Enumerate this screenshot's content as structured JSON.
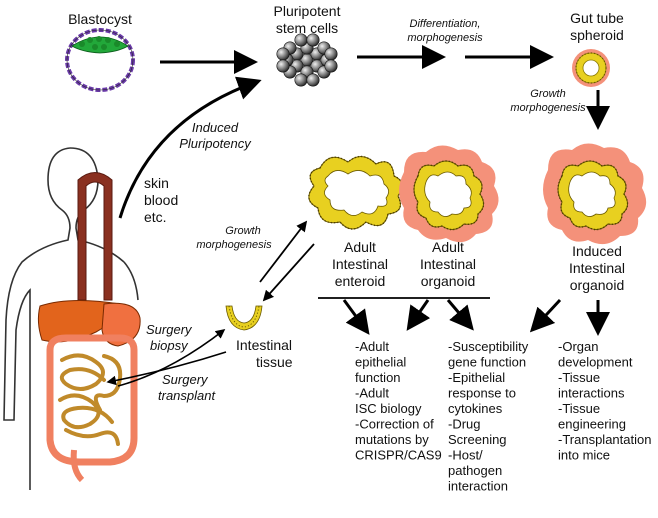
{
  "labels": {
    "blastocyst": "Blastocyst",
    "pluripotent": [
      "Pluripotent",
      "stem cells"
    ],
    "differentiation": [
      "Differentiation,",
      "morphogenesis"
    ],
    "gut_tube": [
      "Gut tube",
      "spheroid"
    ],
    "growth_morph_right": [
      "Growth",
      "morphogenesis"
    ],
    "induced_pluripotency": [
      "Induced",
      "Pluripotency"
    ],
    "skin_blood": [
      "skin",
      "blood",
      "etc."
    ],
    "growth_morph_left": [
      "Growth",
      "morphogenesis"
    ],
    "adult_enteroid": [
      "Adult",
      "Intestinal",
      "enteroid"
    ],
    "adult_organoid": [
      "Adult",
      "Intestinal",
      "organoid"
    ],
    "induced_organoid": [
      "Induced",
      "Intestinal",
      "organoid"
    ],
    "intestinal_tissue": [
      "Intestinal",
      "tissue"
    ],
    "surgery_biopsy": [
      "Surgery",
      "biopsy"
    ],
    "surgery_transplant": [
      "Surgery",
      "transplant"
    ]
  },
  "lists": {
    "adult": [
      "-Adult",
      "epithelial",
      "function",
      "-Adult",
      "ISC biology",
      "-Correction of",
      "mutations by",
      "CRISPR/CAS9"
    ],
    "susceptibility": [
      "-Susceptibility",
      "gene function",
      "-Epithelial",
      "response to",
      "cytokines",
      "-Drug",
      "Screening",
      "-Host/",
      "pathogen",
      "interaction"
    ],
    "organ": [
      "-Organ",
      "development",
      "-Tissue",
      "interactions",
      "-Tissue",
      "engineering",
      "-Transplantation",
      "into mice"
    ]
  },
  "colors": {
    "organoid_bg": "#f4917a",
    "epithelium": "#e8d020",
    "liver": "#e2641c",
    "stomach": "#f07040",
    "intestine": "#c08a2a",
    "colon": "#f08060",
    "esophagus": "#8a3020",
    "icm": "#22a83a",
    "trophectoderm": "#6a3aa8",
    "stem_cell": "#555555"
  }
}
